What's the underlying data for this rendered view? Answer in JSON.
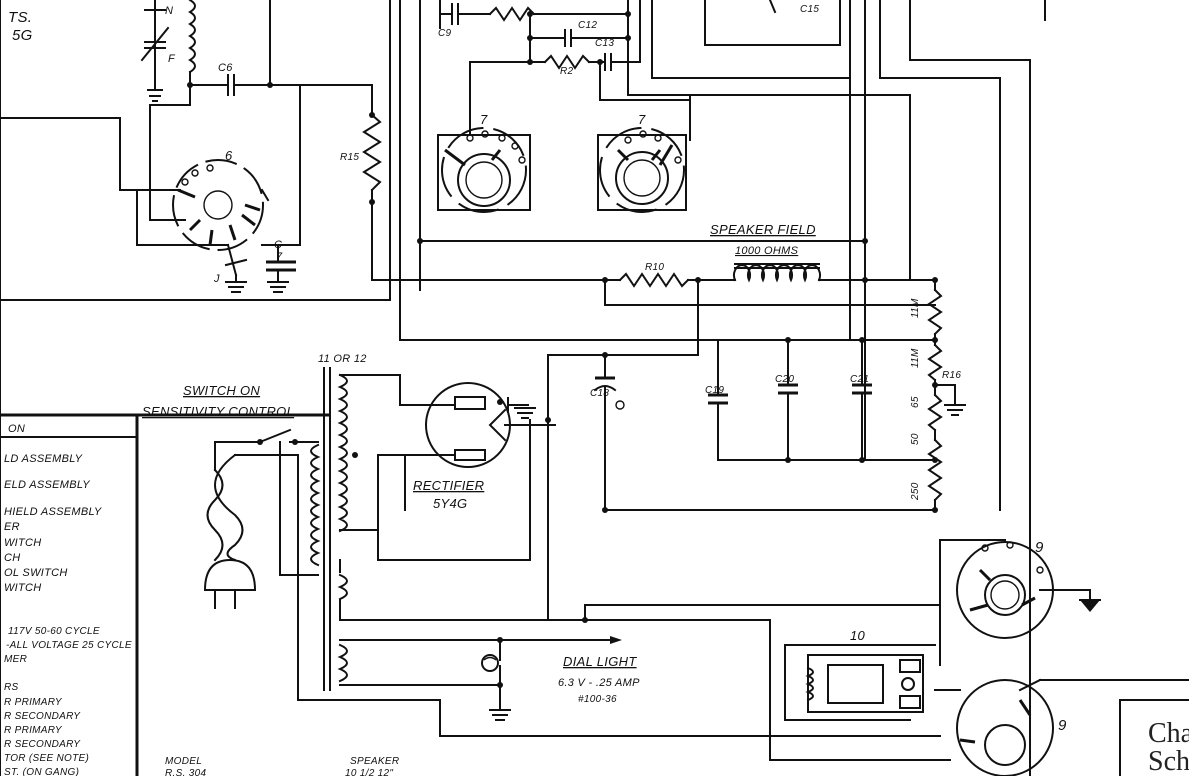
{
  "title_fragment_top_left": "TS.",
  "title_fragment_sub": "5G",
  "labels": {
    "n": "N",
    "f": "F",
    "c6": "C6",
    "c9": "C9",
    "c12": "C12",
    "c13": "C13",
    "c15": "C15",
    "r2": "R2",
    "r15": "R15",
    "r10": "R10",
    "r11a": "11M",
    "r11b": "11M",
    "r16": "R16",
    "r_65": "65",
    "r_50": "50",
    "r_250": "250",
    "c7": "C",
    "c7n": "7",
    "j": "J",
    "tube6": "6",
    "tube7a": "7",
    "tube7b": "7",
    "tube9a": "9",
    "tube9b": "9",
    "tube10": "10",
    "c18": "C18",
    "c19": "C19",
    "c20": "C20",
    "c21": "C21",
    "transformer": "11 OR 12",
    "switch_line1": "SWITCH ON",
    "switch_line2": "SENSITIVITY CONTROL",
    "speaker_field": "SPEAKER FIELD",
    "speaker_ohms": "1000 OHMS",
    "rectifier": "RECTIFIER",
    "rectifier_type": "5Y4G",
    "dial_light": "DIAL LIGHT",
    "dial_spec": "6.3 V - .25 AMP",
    "dial_part": "#100-36",
    "corner_text_1": "Cha",
    "corner_text_2": "Sch"
  },
  "parts_list": [
    "ON",
    "LD ASSEMBLY",
    "ELD ASSEMBLY",
    "HIELD ASSEMBLY",
    "ER",
    "WITCH",
    "CH",
    "OL SWITCH",
    "WITCH"
  ],
  "notes": [
    "117V 50-60 CYCLE",
    "-ALL VOLTAGE 25 CYCLE",
    "MER",
    "RS",
    "R PRIMARY",
    "R SECONDARY",
    "R PRIMARY",
    "R SECONDARY",
    "TOR (SEE NOTE)",
    "ST. (ON GANG)"
  ],
  "table_headers": [
    "MODEL",
    "SPEAKER"
  ],
  "table_row": [
    "R.S. 304",
    "10 1/2 12\""
  ]
}
